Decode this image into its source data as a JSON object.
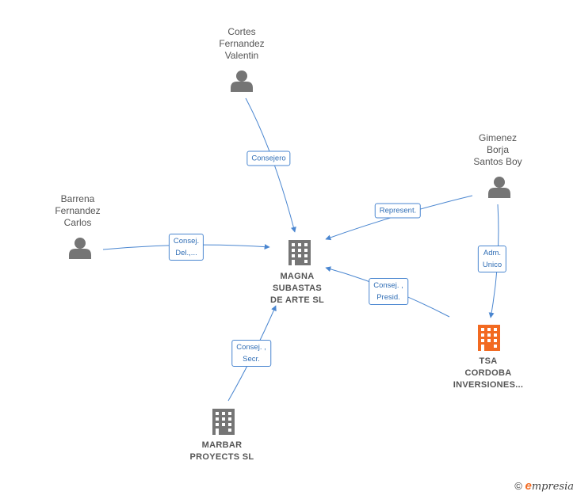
{
  "nodes": {
    "cortes": {
      "label": "Cortes\nFernandez\nValentin",
      "kind": "person"
    },
    "gimenez": {
      "label": "Gimenez\nBorja\nSantos Boy",
      "kind": "person"
    },
    "barrena": {
      "label": "Barrena\nFernandez\nCarlos",
      "kind": "person"
    },
    "magna": {
      "label": "MAGNA\nSUBASTAS\nDE ARTE  SL",
      "kind": "company"
    },
    "tsa": {
      "label": "TSA\nCORDOBA\nINVERSIONES...",
      "kind": "company-highlight"
    },
    "marbar": {
      "label": "MARBAR\nPROYECTS  SL",
      "kind": "company"
    }
  },
  "edges": {
    "cortes_magna": "Consejero",
    "gimenez_magna": "Represent.",
    "barrena_magna": "Consej.\nDel.,...",
    "gimenez_tsa": "Adm.\nUnico",
    "tsa_magna": "Consej. ,\nPresid.",
    "marbar_magna": "Consej. ,\nSecr."
  },
  "colors": {
    "edge": "#4a86d0",
    "person": "#757575",
    "company": "#757575",
    "highlight": "#f26a21"
  },
  "brand": {
    "copyright": "©",
    "e": "e",
    "rest": "mpresia"
  }
}
